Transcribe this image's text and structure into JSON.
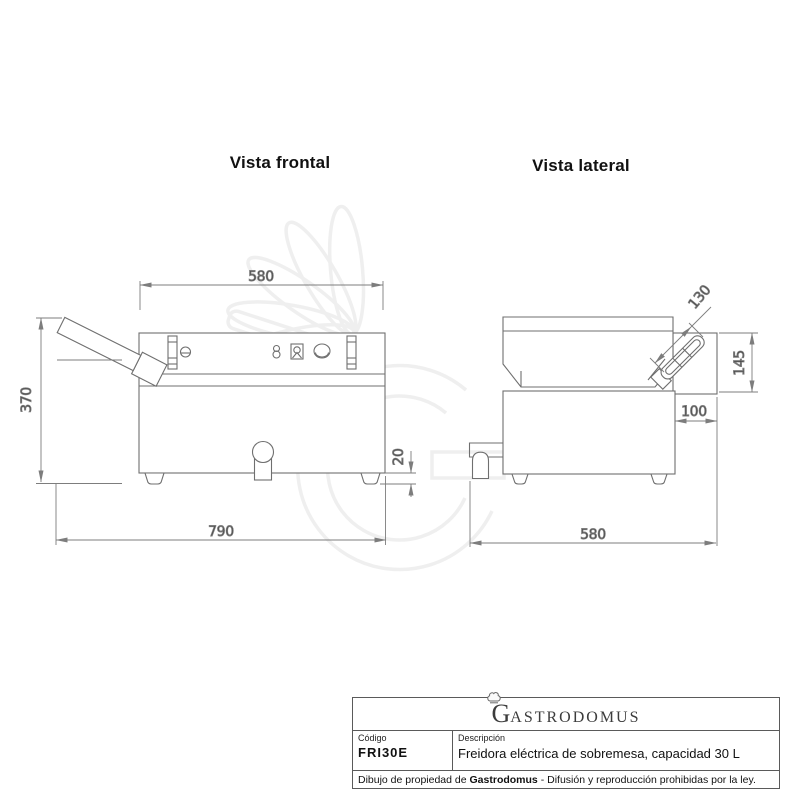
{
  "titles": {
    "front_view": "Vista frontal",
    "side_view": "Vista lateral"
  },
  "front_view": {
    "dims": {
      "width_top": "580",
      "height": "370",
      "width_total": "790",
      "foot_height": "20"
    }
  },
  "side_view": {
    "dims": {
      "handle_length": "130",
      "back_height": "145",
      "back_depth": "100",
      "depth": "580"
    }
  },
  "title_block": {
    "brand_initial": "G",
    "brand_rest": "ASTRODOMUS",
    "code_label": "Código",
    "code_value": "FRI30E",
    "desc_label": "Descripción",
    "desc_value": "Freidora eléctrica de sobremesa, capacidad 30 L",
    "legal_prefix": "Dibujo de propiedad de ",
    "legal_brand": "Gastrodomus",
    "legal_suffix": " - Difusión y reproducción prohibidas por la ley."
  },
  "colors": {
    "machine_line": "#6f6f6f",
    "dimension_line": "#7d7d7d",
    "dimension_text": "#2e2e2e",
    "watermark": "#e2e2e2"
  }
}
